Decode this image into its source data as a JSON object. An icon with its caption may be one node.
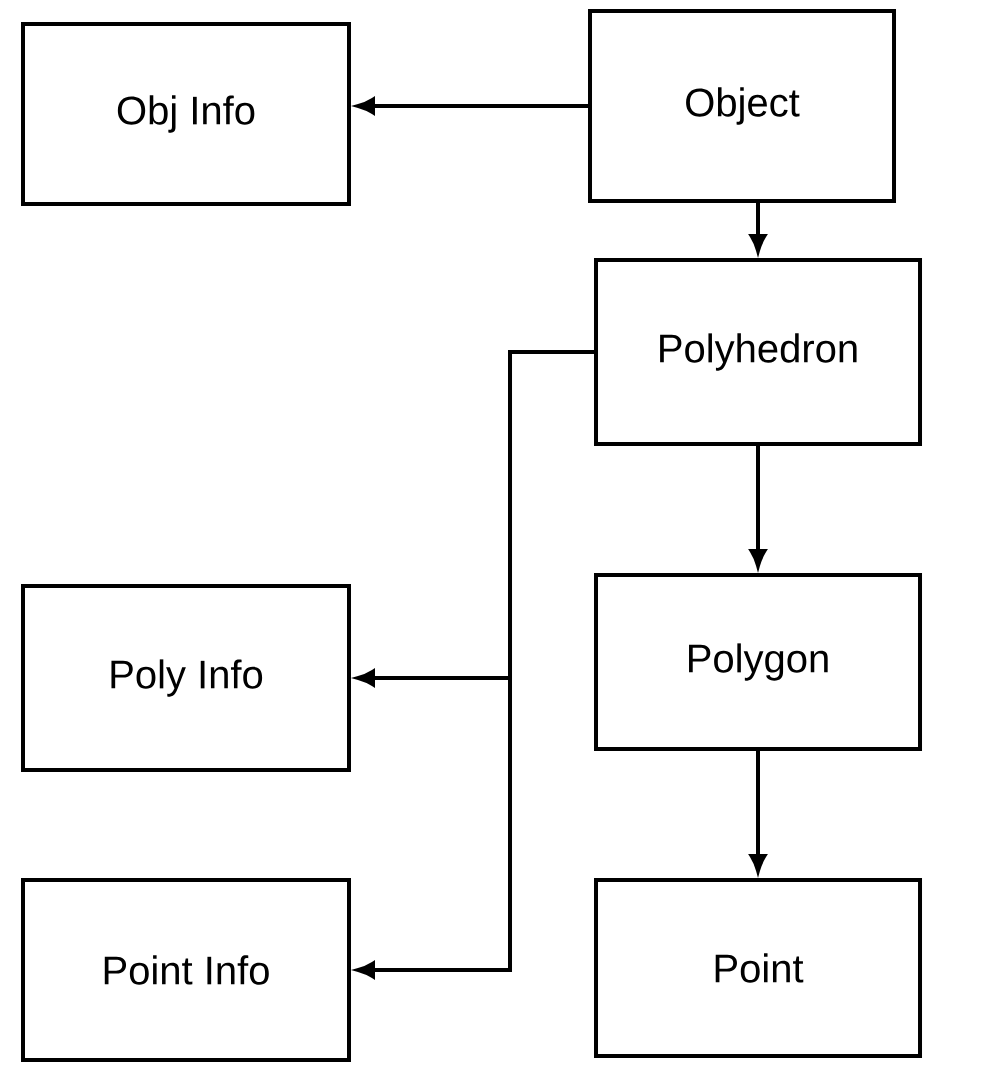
{
  "diagram": {
    "nodes": [
      {
        "text": [
          "Obj Info"
        ]
      },
      {
        "text": [
          "Object"
        ]
      },
      {
        "text": [
          "Polyhedron"
        ]
      },
      {
        "text": [
          "Poly Info"
        ]
      },
      {
        "text": [
          "Polygon"
        ]
      },
      {
        "text": [
          "Point Info"
        ]
      },
      {
        "text": [
          "Point"
        ]
      }
    ],
    "edges": [
      {
        "from": 1,
        "to": 0,
        "arrow": "to"
      },
      {
        "from": 1,
        "to": 2,
        "arrow": "to"
      },
      {
        "from": 2,
        "to": 4,
        "arrow": "to"
      },
      {
        "from": 4,
        "to": 6,
        "arrow": "to"
      },
      {
        "from": 2,
        "to": 3,
        "arrow": "to"
      },
      {
        "from": 2,
        "to": 5,
        "arrow": "to"
      }
    ]
  }
}
